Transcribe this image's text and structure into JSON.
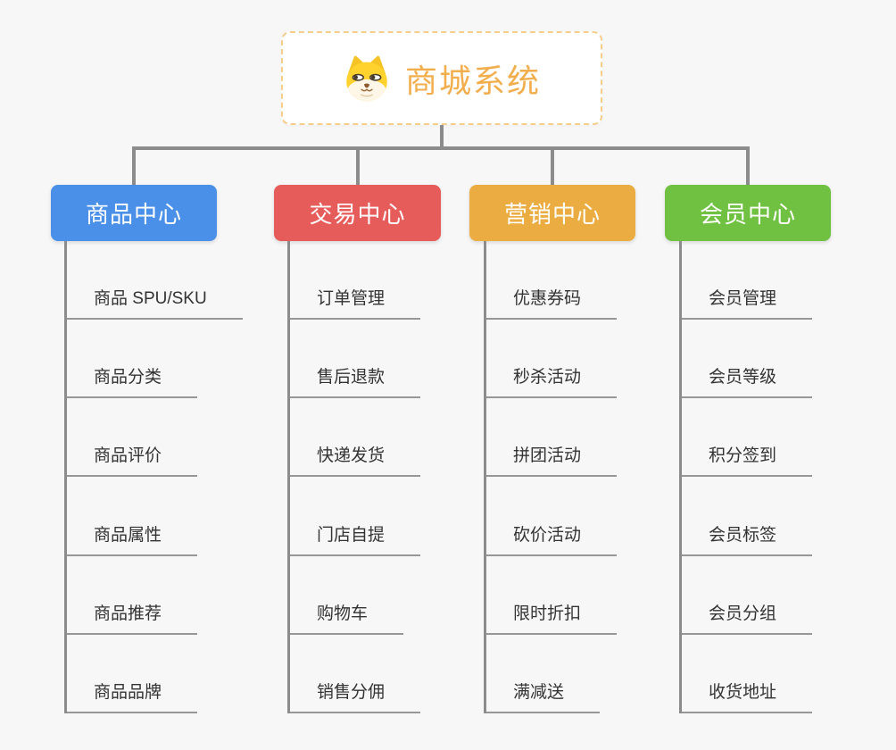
{
  "root": {
    "title": "商城系统",
    "icon": "dog-face-icon"
  },
  "colors": {
    "background": "#f7f7f7",
    "root_border": "#f6cd8b",
    "root_title": "#f2ae4c",
    "connector_line": "#8c8c8c",
    "leaf_underline": "#979797",
    "leaf_text": "#333333",
    "branch_product": "#4b90e8",
    "branch_trade": "#e65c5b",
    "branch_marketing": "#ebad41",
    "branch_member": "#70c142"
  },
  "branches": [
    {
      "label": "商品中心",
      "color": "#4b90e8",
      "children": [
        "商品 SPU/SKU",
        "商品分类",
        "商品评价",
        "商品属性",
        "商品推荐",
        "商品品牌"
      ]
    },
    {
      "label": "交易中心",
      "color": "#e65c5b",
      "children": [
        "订单管理",
        "售后退款",
        "快递发货",
        "门店自提",
        "购物车",
        "销售分佣"
      ]
    },
    {
      "label": "营销中心",
      "color": "#ebad41",
      "children": [
        "优惠券码",
        "秒杀活动",
        "拼团活动",
        "砍价活动",
        "限时折扣",
        "满减送"
      ]
    },
    {
      "label": "会员中心",
      "color": "#70c142",
      "children": [
        "会员管理",
        "会员等级",
        "积分签到",
        "会员标签",
        "会员分组",
        "收货地址"
      ]
    }
  ]
}
